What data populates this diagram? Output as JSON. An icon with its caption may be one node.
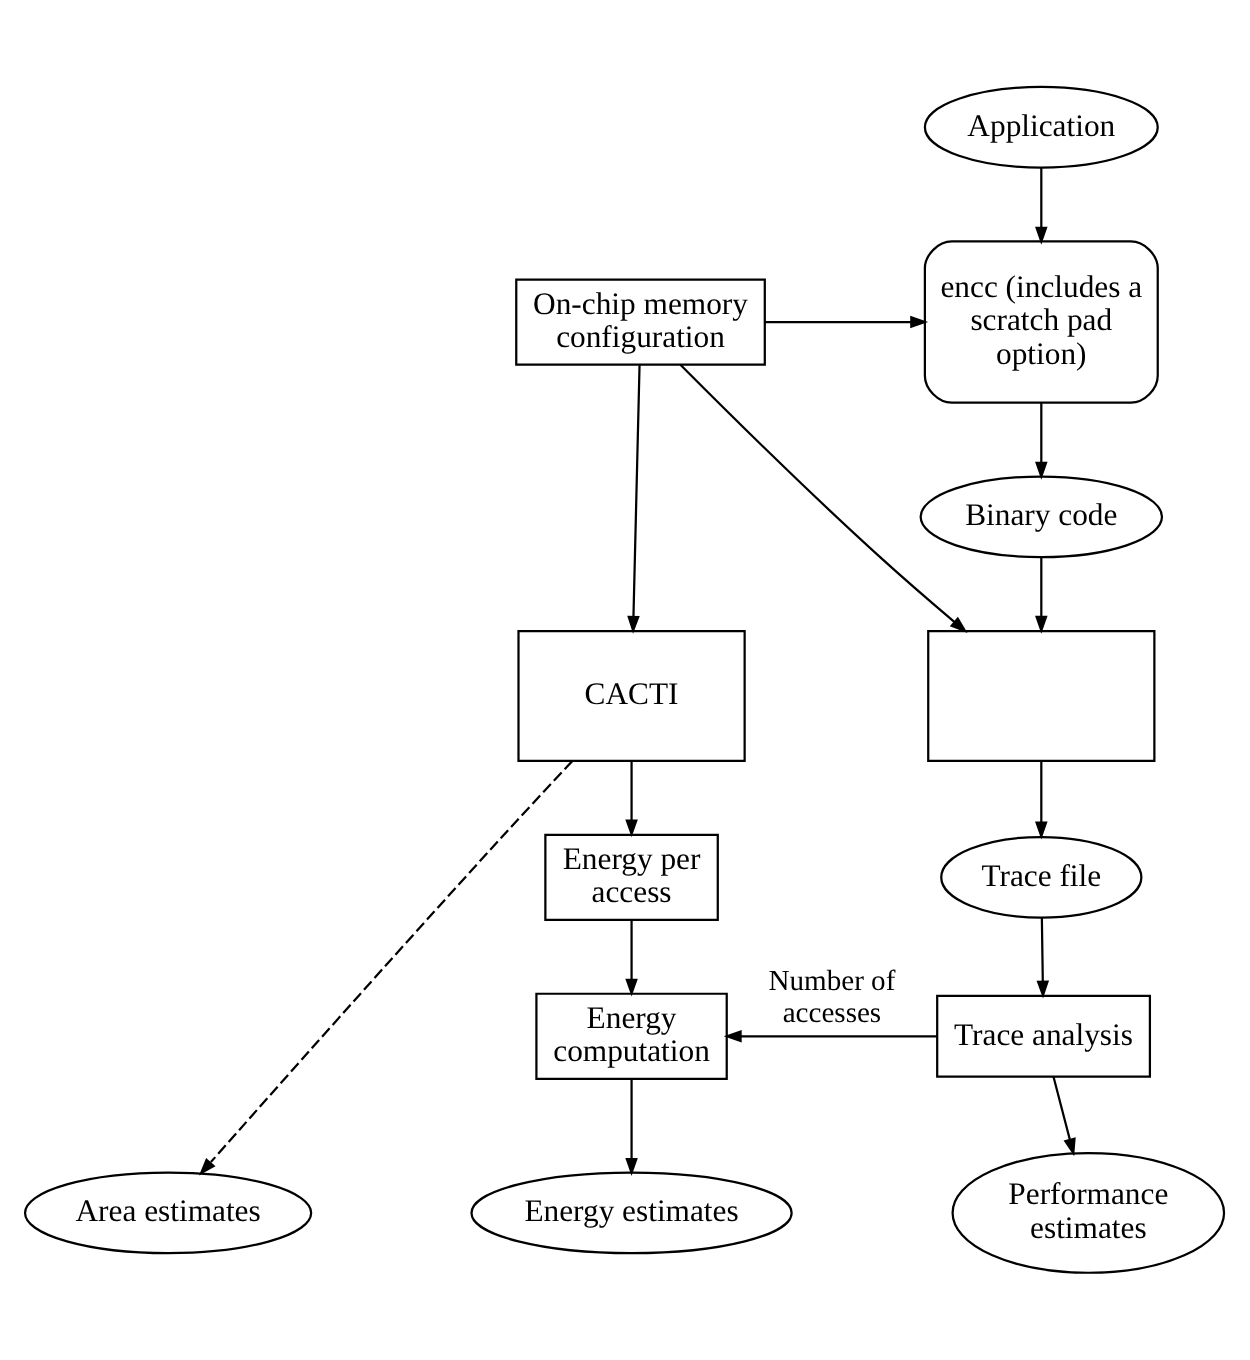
{
  "diagram": {
    "nodes": [
      {
        "text": [
          "Application"
        ]
      },
      {
        "text": [
          "On-chip memory configuration"
        ]
      },
      {
        "text": [
          "encc (includes a scratch pad option)"
        ]
      },
      {
        "text": [
          "CACTI"
        ]
      },
      {
        "text": [
          "Binary code"
        ]
      },
      {
        "text": [],
        "shape": "box"
      },
      {
        "text": [
          "Energy per access"
        ]
      },
      {
        "text": [
          "Trace file"
        ]
      },
      {
        "text": [
          "Energy computation"
        ]
      },
      {
        "text": [
          "Trace analysis"
        ]
      },
      {
        "text": [
          "Area estimates"
        ]
      },
      {
        "text": [
          "Energy estimates"
        ]
      },
      {
        "text": [
          "Performance estimates"
        ]
      }
    ],
    "edges": [
      {
        "from": 0,
        "to": 2,
        "arrow": "to"
      },
      {
        "from": 1,
        "to": 2,
        "arrow": "to"
      },
      {
        "from": 1,
        "to": 5,
        "arrow": "to"
      },
      {
        "from": 1,
        "to": 3,
        "arrow": "to"
      },
      {
        "from": 2,
        "to": 4,
        "arrow": "to"
      },
      {
        "from": 4,
        "to": 5,
        "arrow": "to"
      },
      {
        "from": 3,
        "to": 6,
        "arrow": "to"
      },
      {
        "from": 5,
        "to": 7,
        "arrow": "to"
      },
      {
        "from": 6,
        "to": 8,
        "arrow": "to"
      },
      {
        "from": 7,
        "to": 9,
        "arrow": "to"
      },
      {
        "from": 9,
        "to": 8,
        "arrow": "to",
        "label": "Number of accesses"
      },
      {
        "from": 3,
        "to": 10,
        "arrow": "to",
        "style": "dashed"
      },
      {
        "from": 8,
        "to": 11,
        "arrow": "to"
      },
      {
        "from": 9,
        "to": 12,
        "arrow": "to"
      }
    ]
  }
}
